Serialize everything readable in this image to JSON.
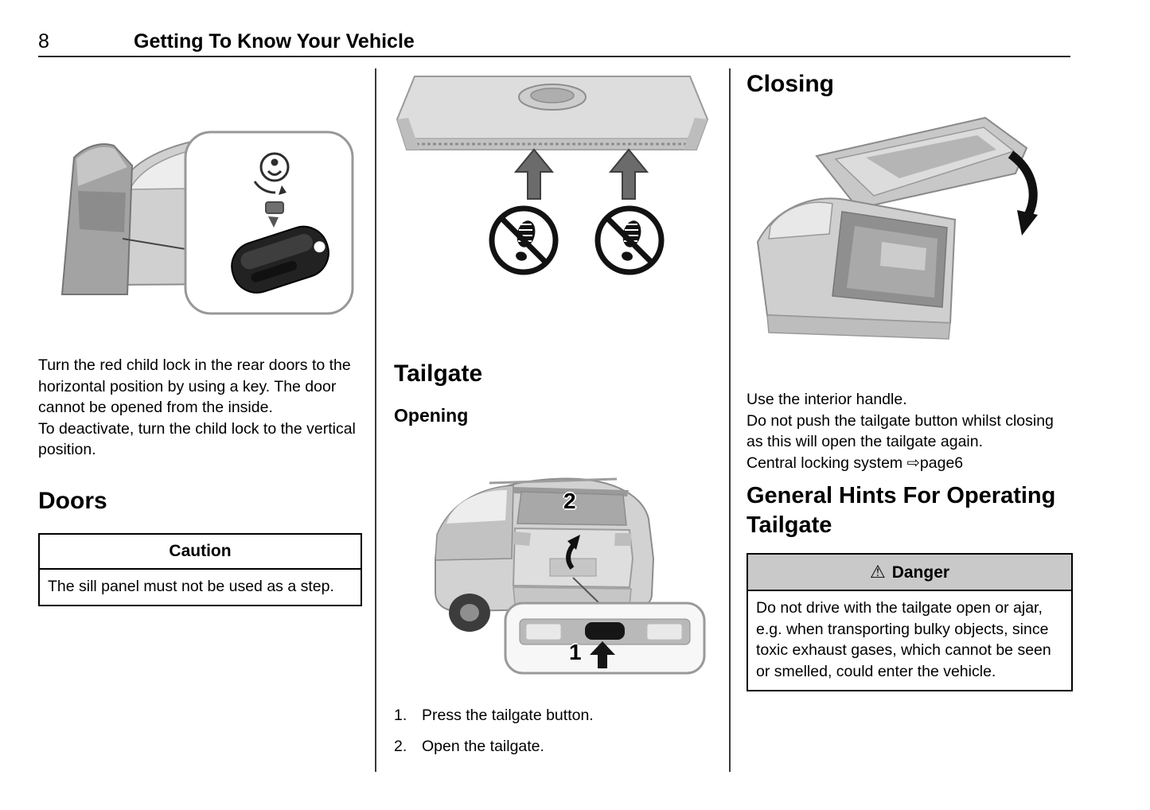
{
  "page": {
    "number": "8",
    "title": "Getting To Know Your Vehicle"
  },
  "colors": {
    "danger_header_bg": "#c9c9c9",
    "text": "#000000"
  },
  "left_column": {
    "paragraphs": [
      "Turn the red child lock in the rear doors to the horizontal position by using a key. The door cannot be opened from the inside.",
      "To deactivate, turn the child lock to the vertical position."
    ],
    "doors_heading": "Doors",
    "caution": {
      "title": "Caution",
      "body": "The sill panel must not be used as a step."
    }
  },
  "middle_column": {
    "heading": "Tailgate",
    "opening_heading": "Opening",
    "callouts": {
      "open": "2",
      "button": "1"
    },
    "steps": [
      {
        "marker": "1.",
        "text": "Press the tailgate button."
      },
      {
        "marker": "2.",
        "text": "Open the tailgate."
      }
    ]
  },
  "right_column": {
    "closing_heading": "Closing",
    "paragraphs": [
      "Use the interior handle.",
      "Do not push the tailgate button whilst closing as this will open the tailgate again."
    ],
    "reference": {
      "text": "Central locking system ",
      "link": "⇨page6"
    },
    "hints_heading": "General Hints For Operating Tailgate",
    "danger": {
      "icon": "⚠",
      "title": "Danger",
      "body": "Do not drive with the tailgate open or ajar, e.g. when transporting bulky objects, since toxic exhaust gases, which cannot be seen or smelled, could enter the vehicle."
    }
  }
}
